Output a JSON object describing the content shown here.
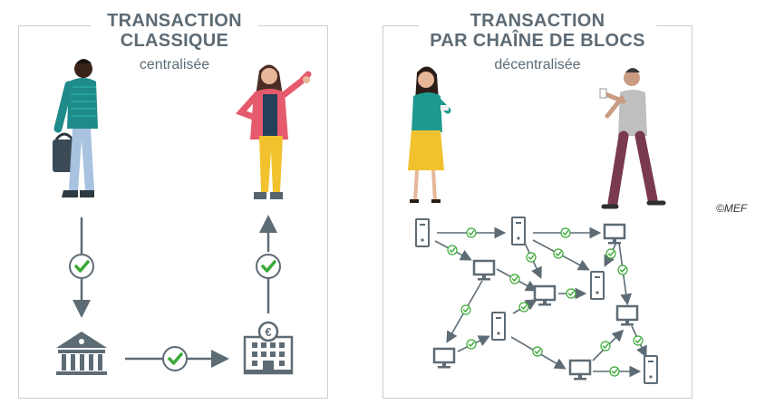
{
  "left": {
    "title_line1": "TRANSACTION",
    "title_line2": "CLASSIQUE",
    "subtitle": "centralisée"
  },
  "right": {
    "title_line1": "TRANSACTION",
    "title_line2": "PAR CHAÎNE DE BLOCS",
    "subtitle": "décentralisée"
  },
  "credit": "©MEF",
  "colors": {
    "border": "#c9cfd3",
    "text": "#5d6b75",
    "icon": "#5d6b75",
    "check": "#3aa935",
    "teal": "#1e8a8a",
    "yellow": "#f1c22d",
    "pink": "#e65a6d"
  }
}
